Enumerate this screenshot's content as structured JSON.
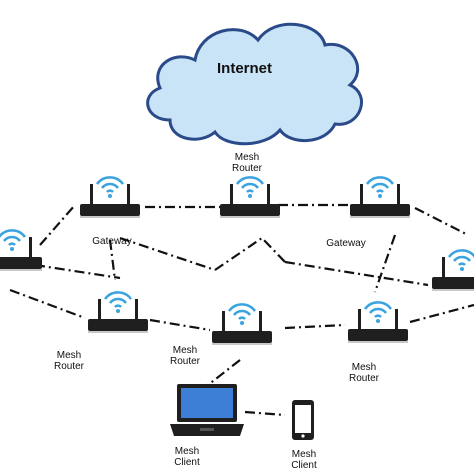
{
  "cloud": {
    "label": "Internet"
  },
  "labels": {
    "mesh_router_top": "Mesh\nRouter",
    "gateway_left": "Gateway",
    "gateway_right": "Gateway",
    "mesh_router_left": "Mesh\nRouter",
    "mesh_router_center": "Mesh\nRouter",
    "mesh_router_right": "Mesh\nRouter",
    "mesh_client_laptop": "Mesh\nClient",
    "mesh_client_phone": "Mesh\nClient"
  },
  "colors": {
    "cloud_fill": "#c9e3f7",
    "cloud_stroke": "#2a4a8a",
    "router_body": "#1f1f1f",
    "wifi": "#3aa3e0",
    "link": "#111111",
    "laptop_screen": "#3d7fd6"
  },
  "icons": {
    "router": "wifi-router-icon",
    "laptop": "laptop-icon",
    "phone": "smartphone-icon",
    "cloud": "cloud-icon"
  }
}
